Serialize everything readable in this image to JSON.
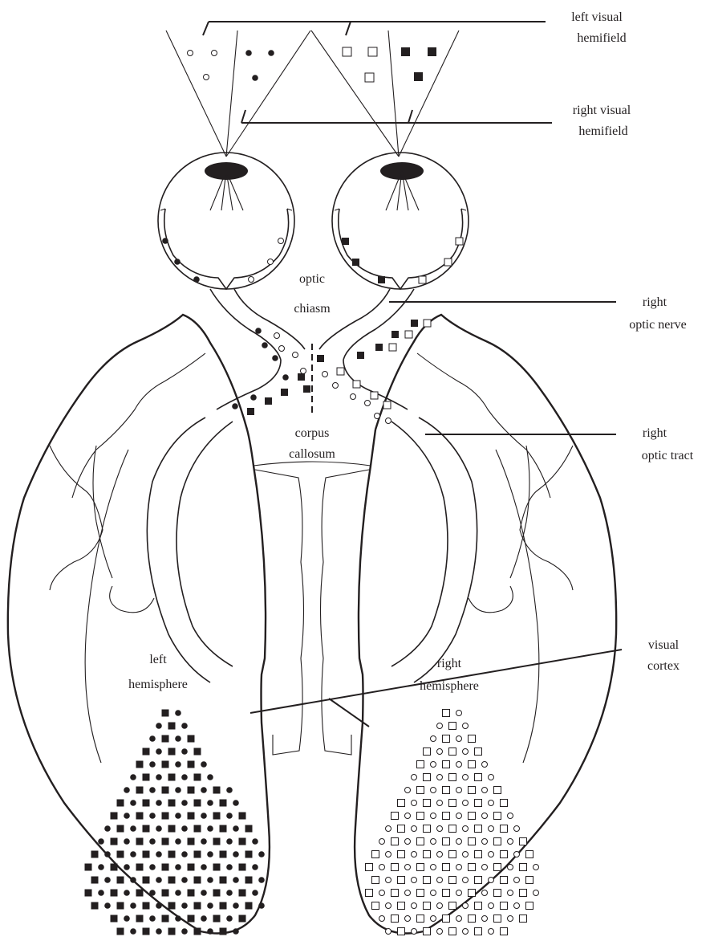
{
  "labels": {
    "left_visual_hemifield": [
      "left visual",
      "hemifield"
    ],
    "right_visual_hemifield": [
      "right visual",
      "hemifield"
    ],
    "optic_chiasm": [
      "optic",
      "chiasm"
    ],
    "right_optic_nerve": [
      "right",
      "optic nerve"
    ],
    "corpus_callosum": [
      "corpus",
      "callosum"
    ],
    "right_optic_tract": [
      "right",
      "optic tract"
    ],
    "left_hemisphere": [
      "left",
      "hemisphere"
    ],
    "right_hemisphere": [
      "right",
      "hemisphere"
    ],
    "visual_cortex": [
      "visual",
      "cortex"
    ]
  },
  "colors": {
    "ink": "#231f20",
    "background": "#ffffff"
  },
  "markers": {
    "left_field": "open-circle and filled-circle",
    "right_field": "open-square and filled-square"
  }
}
